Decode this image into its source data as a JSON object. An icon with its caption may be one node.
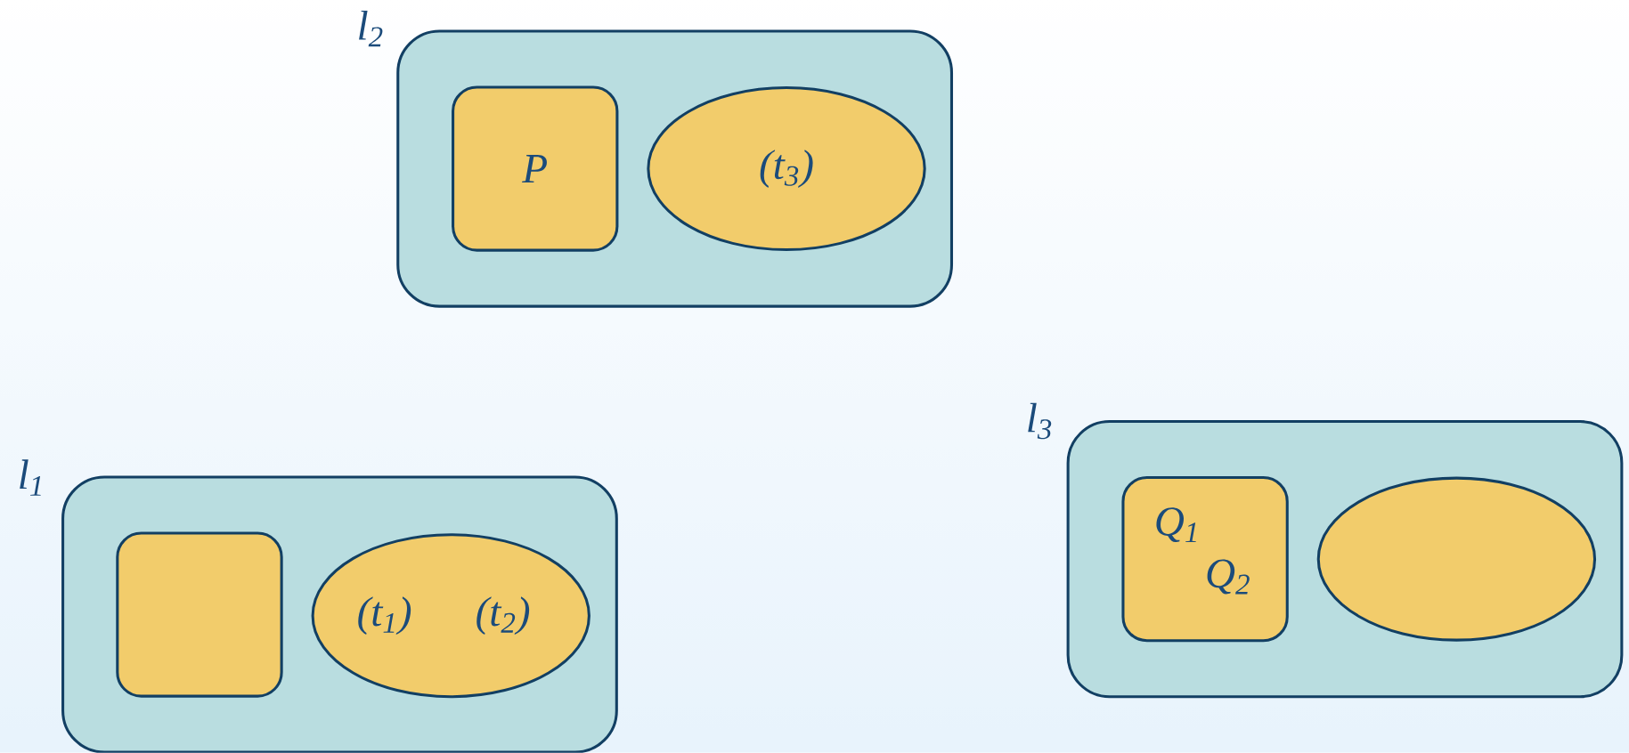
{
  "diagram": {
    "nodes": [
      {
        "text": [
          "l$_{2}$"
        ]
      },
      {
        "text": [
          "P"
        ],
        "in": 0
      },
      {
        "text": [
          "(t$_{3}$)"
        ],
        "in": 0
      },
      {
        "text": [
          "l$_{1}$"
        ]
      },
      {
        "text": [],
        "shape": "box",
        "in": 3
      },
      {
        "text": [
          "(t$_{1}$)",
          "(t$_{2}$)"
        ],
        "in": 3
      },
      {
        "text": [
          "l$_{3}$"
        ]
      },
      {
        "text": [
          "Q$_{1}$",
          "Q$_{2}$"
        ],
        "in": 6
      },
      {
        "text": [],
        "shape": "ellipse",
        "in": 6
      }
    ]
  }
}
